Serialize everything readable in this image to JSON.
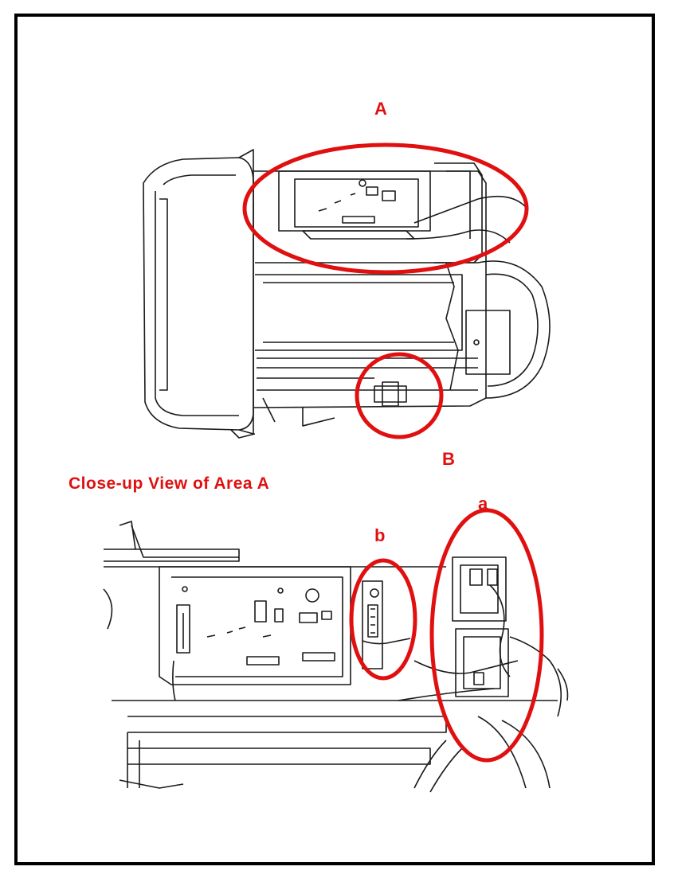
{
  "figure": {
    "top_view": {
      "callout_a": "A",
      "callout_b": "B"
    },
    "closeup": {
      "title": "Close-up View of Area A",
      "callout_a": "a",
      "callout_b": "b"
    },
    "colors": {
      "highlight": "#e01010",
      "line": "#1a1a1a",
      "frame": "#000000"
    }
  }
}
